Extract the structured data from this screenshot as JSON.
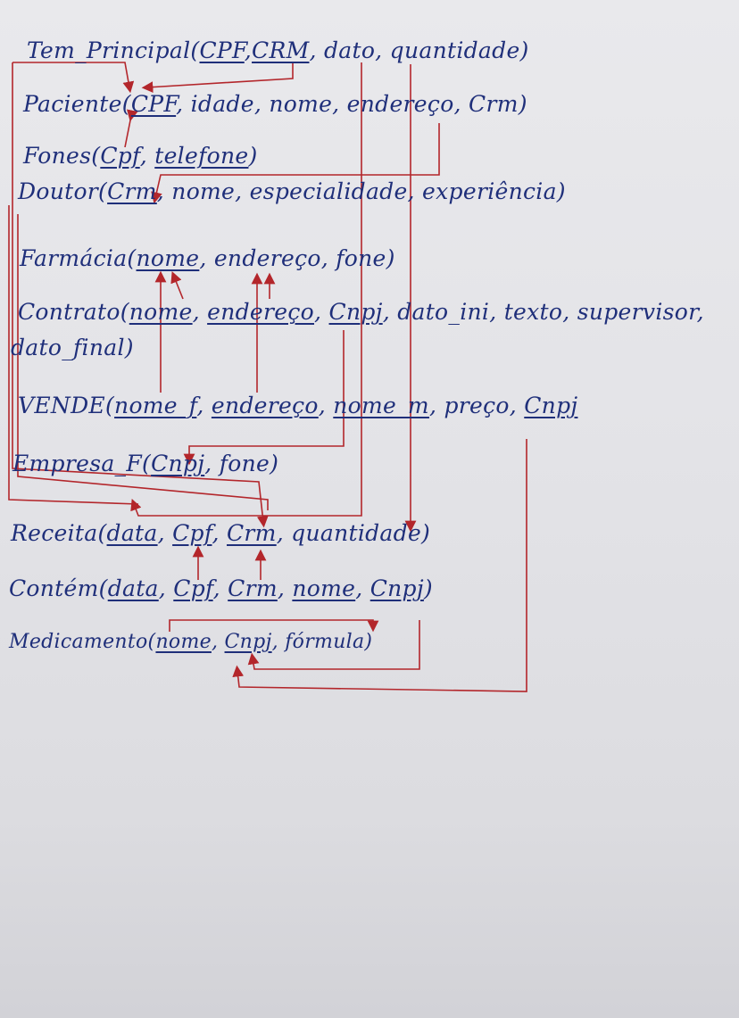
{
  "colors": {
    "ink": "#1f2f7a",
    "arrows": "#b3262b",
    "paper": "#e6e6ea"
  },
  "relations": {
    "tem_principal": {
      "name": "Tem_Principal",
      "open": "(",
      "a1": "CPF",
      "s1": ",",
      "a2": "CRM",
      "rest": ", dato, quantidade)"
    },
    "paciente": {
      "name": "Paciente",
      "open": "(",
      "k1": "CPF",
      "rest": ", idade, nome, endereço, Crm)"
    },
    "fones": {
      "name": "Fones",
      "open": "(",
      "k1": "Cpf",
      "s1": ", ",
      "k2": "telefone",
      "close": ")"
    },
    "doutor": {
      "name": "Doutor",
      "open": "(",
      "k1": "Crm",
      "rest": ", nome, especialidade, experiência)"
    },
    "farmacia": {
      "name": "Farmácia",
      "open": "(",
      "k1": "nome",
      "rest": ", endereço, fone)"
    },
    "contrato": {
      "name": "Contrato",
      "open": "(",
      "k1": "nome",
      "s1": ", ",
      "k2": "endereço",
      "s2": ", ",
      "k3": "Cnpj",
      "rest": ", dato_ini, texto, supervisor,",
      "line2": "dato_final)"
    },
    "vende": {
      "name": "VENDE",
      "open": "(",
      "k1": "nome_f",
      "s1": ", ",
      "k2": "endereço",
      "s2": ", ",
      "k3": "nome_m",
      "s3": ", preço, ",
      "k4": "Cnpj"
    },
    "empresa_f": {
      "name": "Empresa_F",
      "open": "(",
      "k1": "Cnpj",
      "rest": ", fone)"
    },
    "receita": {
      "name": "Receita",
      "open": "(",
      "k1": "data",
      "s1": ", ",
      "k2": "Cpf",
      "s2": ", ",
      "k3": "Crm",
      "rest": ", quantidade)"
    },
    "contem": {
      "name": "Contém",
      "open": "(",
      "k1": "data",
      "s1": ", ",
      "k2": "Cpf",
      "s2": ", ",
      "k3": "Crm",
      "s3": ", ",
      "k4": "nome",
      "s4": ", ",
      "k5": "Cnpj",
      "close": ")"
    },
    "medicamento": {
      "name": "Medicamento",
      "open": "(",
      "k1": "nome",
      "s1": ", ",
      "k2": "Cnpj",
      "rest": ", fórmula)"
    }
  }
}
